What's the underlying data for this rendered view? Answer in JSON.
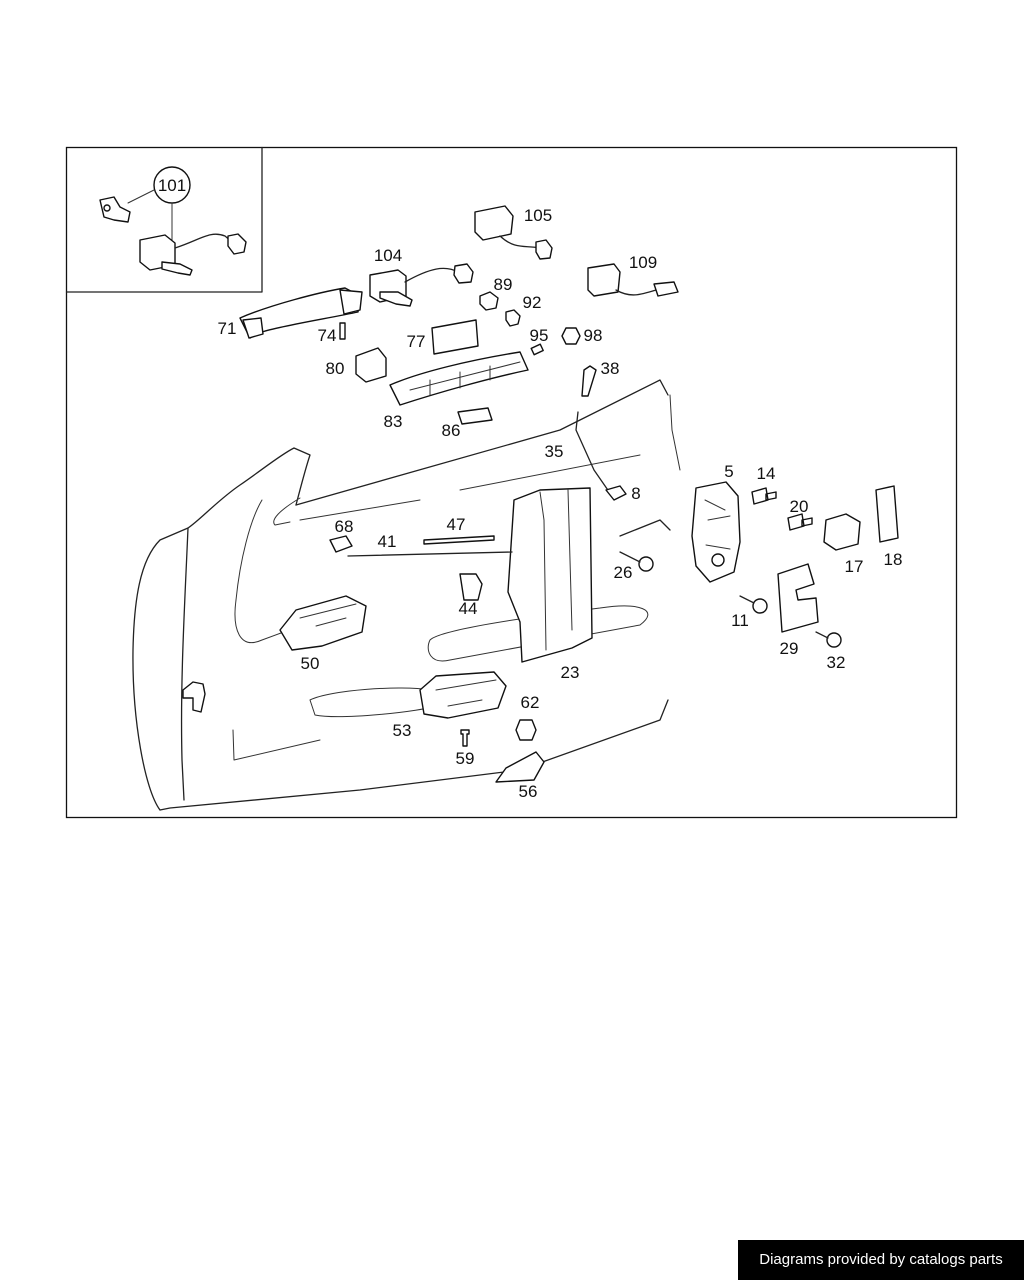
{
  "diagram": {
    "inset_callout": "101",
    "part_labels": [
      {
        "id": "p105",
        "text": "105"
      },
      {
        "id": "p104",
        "text": "104"
      },
      {
        "id": "p109",
        "text": "109"
      },
      {
        "id": "p89",
        "text": "89"
      },
      {
        "id": "p92",
        "text": "92"
      },
      {
        "id": "p71",
        "text": "71"
      },
      {
        "id": "p74",
        "text": "74"
      },
      {
        "id": "p77",
        "text": "77"
      },
      {
        "id": "p95",
        "text": "95"
      },
      {
        "id": "p98",
        "text": "98"
      },
      {
        "id": "p80",
        "text": "80"
      },
      {
        "id": "p38",
        "text": "38"
      },
      {
        "id": "p83",
        "text": "83"
      },
      {
        "id": "p86",
        "text": "86"
      },
      {
        "id": "p35",
        "text": "35"
      },
      {
        "id": "p5",
        "text": "5"
      },
      {
        "id": "p14",
        "text": "14"
      },
      {
        "id": "p8",
        "text": "8"
      },
      {
        "id": "p20",
        "text": "20"
      },
      {
        "id": "p68",
        "text": "68"
      },
      {
        "id": "p47",
        "text": "47"
      },
      {
        "id": "p41",
        "text": "41"
      },
      {
        "id": "p26",
        "text": "26"
      },
      {
        "id": "p17",
        "text": "17"
      },
      {
        "id": "p18",
        "text": "18"
      },
      {
        "id": "p44",
        "text": "44"
      },
      {
        "id": "p11",
        "text": "11"
      },
      {
        "id": "p29",
        "text": "29"
      },
      {
        "id": "p32",
        "text": "32"
      },
      {
        "id": "p50",
        "text": "50"
      },
      {
        "id": "p23",
        "text": "23"
      },
      {
        "id": "p62",
        "text": "62"
      },
      {
        "id": "p53",
        "text": "53"
      },
      {
        "id": "p59",
        "text": "59"
      },
      {
        "id": "p56",
        "text": "56"
      }
    ]
  },
  "footer": {
    "credit": "Diagrams provided by catalogs parts"
  }
}
